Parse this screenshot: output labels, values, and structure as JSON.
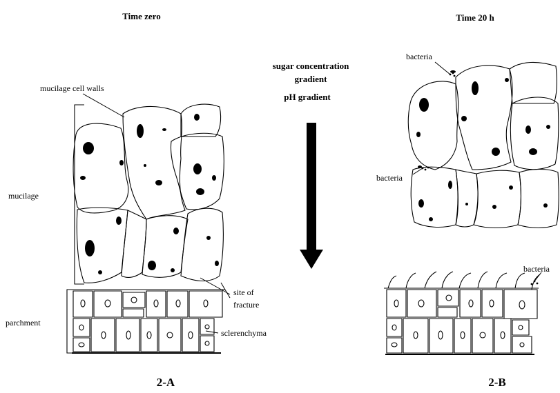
{
  "titles": {
    "left": "Time zero",
    "right": "Time 20 h"
  },
  "center_labels": {
    "line1": "sugar concentration",
    "line2": "gradient",
    "line3": "pH gradient"
  },
  "left_panel": {
    "label_cell_walls": "mucilage cell walls",
    "label_mucilage": "mucilage",
    "label_parchment": "parchment",
    "label_fracture_1": "site of",
    "label_fracture_2": "fracture",
    "label_sclerenchyma": "sclerenchyma",
    "panel_id": "2-A"
  },
  "right_panel": {
    "label_bacteria_top": "bacteria",
    "label_bacteria_mid": "bacteria",
    "label_bacteria_low": "bacteria",
    "panel_id": "2-B"
  },
  "colors": {
    "ink": "#000000",
    "background": "#ffffff"
  }
}
